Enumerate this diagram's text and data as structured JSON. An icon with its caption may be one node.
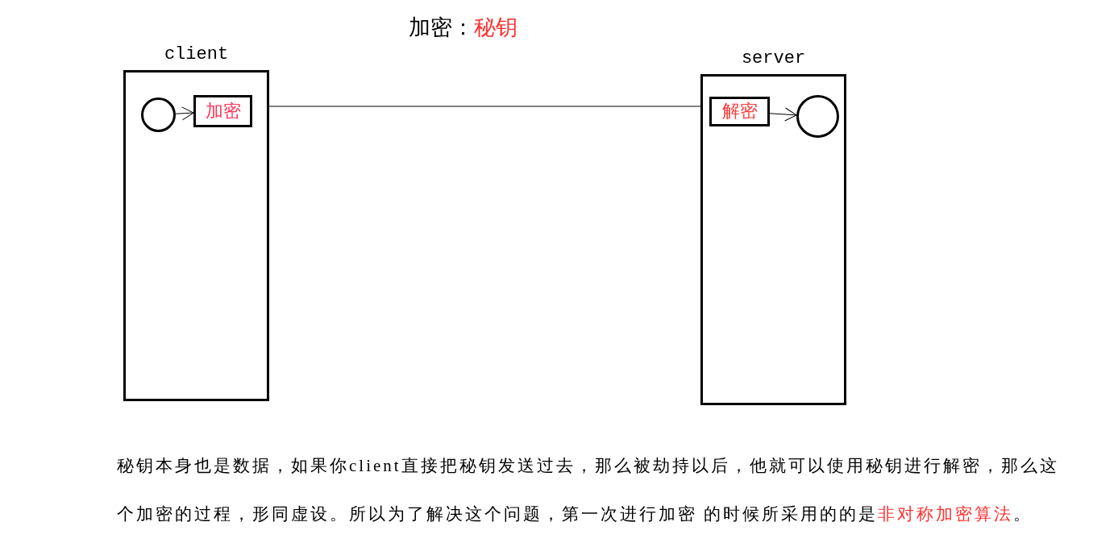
{
  "diagram": {
    "nodes": [
      {
        "text": [
          "client"
        ]
      },
      {
        "text": [],
        "shape": "circle",
        "in": 0
      },
      {
        "text": [
          "加密"
        ],
        "in": 0
      },
      {
        "text": [
          "server"
        ]
      },
      {
        "text": [
          "解密"
        ],
        "in": 3
      },
      {
        "text": [],
        "shape": "circle",
        "in": 3
      }
    ],
    "edges": [
      {
        "from": 1,
        "to": 2,
        "arrow": "to"
      },
      {
        "from": 0,
        "to": 3,
        "arrow": "none"
      },
      {
        "from": 4,
        "to": 5,
        "arrow": "to"
      }
    ],
    "labels": [
      "加密：",
      "秘钥",
      "秘钥本身也是数据，如果你client直接把秘钥发送过去，那么被劫持以后，他就可以使用秘钥进行解密，那么这个加密的过程，形同虚设。所以为了解决这个问题，第一次进行加密 的时候所采用的的是",
      "非对称加密算法",
      "。"
    ]
  }
}
